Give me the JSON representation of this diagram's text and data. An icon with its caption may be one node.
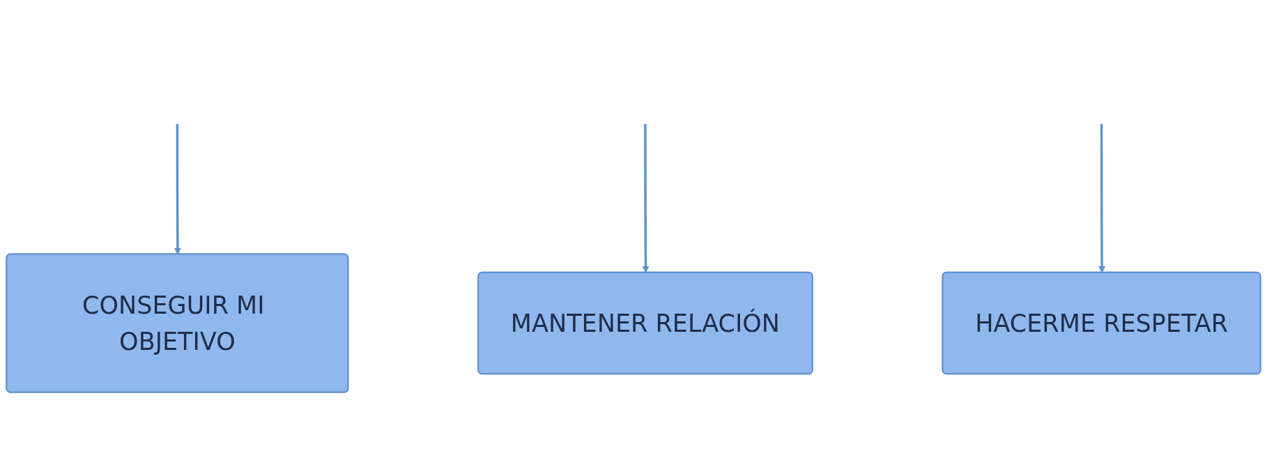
{
  "diagram": {
    "nodes": [
      {
        "text": [
          "CONSEGUIR MI OBJETIVO"
        ]
      },
      {
        "text": [
          "MANTENER RELACIÓN"
        ]
      },
      {
        "text": [
          "HACERME RESPETAR"
        ]
      }
    ],
    "edges": [
      {
        "from": null,
        "to": 0,
        "arrow": "to"
      },
      {
        "from": null,
        "to": 1,
        "arrow": "to"
      },
      {
        "from": null,
        "to": 2,
        "arrow": "to"
      }
    ]
  }
}
